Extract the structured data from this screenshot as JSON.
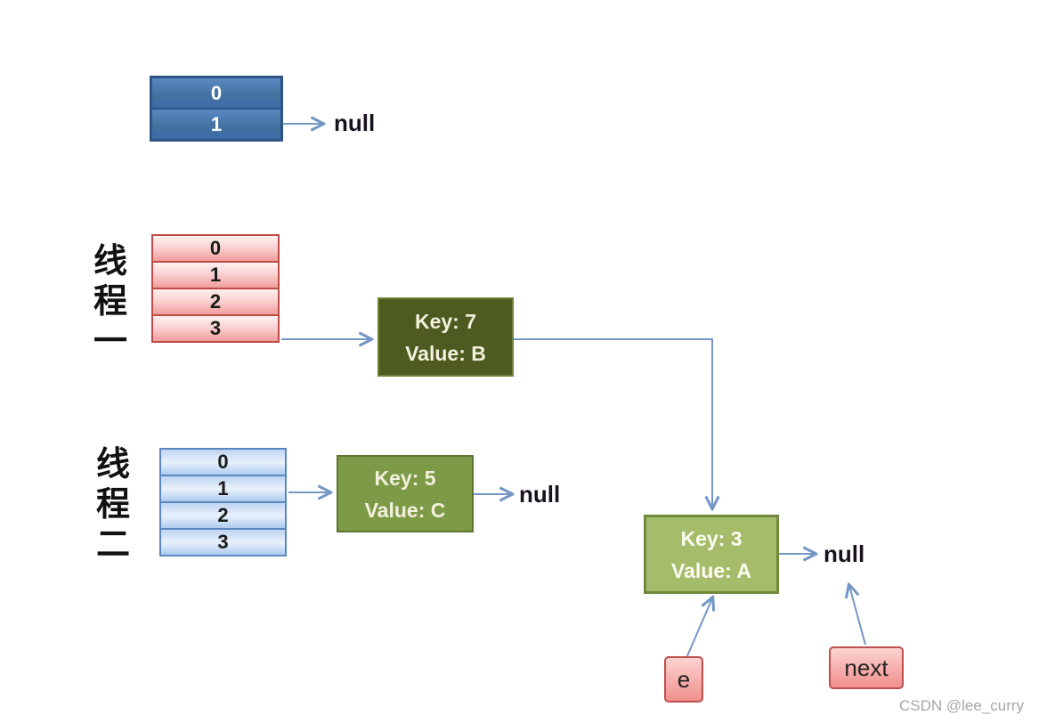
{
  "top_table": {
    "cells": [
      "0",
      "1"
    ]
  },
  "threads": {
    "thread1": {
      "label_chars": [
        "线",
        "程",
        "一"
      ],
      "cells": [
        "0",
        "1",
        "2",
        "3"
      ]
    },
    "thread2": {
      "label_chars": [
        "线",
        "程",
        "二"
      ],
      "cells": [
        "0",
        "1",
        "2",
        "3"
      ]
    }
  },
  "nodes": {
    "node_b": {
      "key": "Key: 7",
      "value": "Value: B"
    },
    "node_c": {
      "key": "Key: 5",
      "value": "Value: C"
    },
    "node_a": {
      "key": "Key: 3",
      "value": "Value: A"
    }
  },
  "pointer_boxes": {
    "e": "e",
    "next": "next"
  },
  "null_labels": {
    "top": "null",
    "after_node_c": "null",
    "after_node_a": "null"
  },
  "watermark": "CSDN @lee_curry",
  "colors": {
    "top_table_fill": "#44729F",
    "top_table_border": "#2C5485",
    "pink_cell_fill": "#F7C3C2",
    "pink_cell_border": "#BE4B48",
    "blue_cell_fill": "#CBDCF4",
    "blue_cell_border": "#5B87BE",
    "node_b_fill": "#4D5B21",
    "node_c_fill": "#7D9A47",
    "node_a_fill": "#A5BC6B",
    "pointer_box_fill": "#F6AEAB",
    "arrow_stroke": "#7497C6",
    "text_dark": "#18121F"
  }
}
